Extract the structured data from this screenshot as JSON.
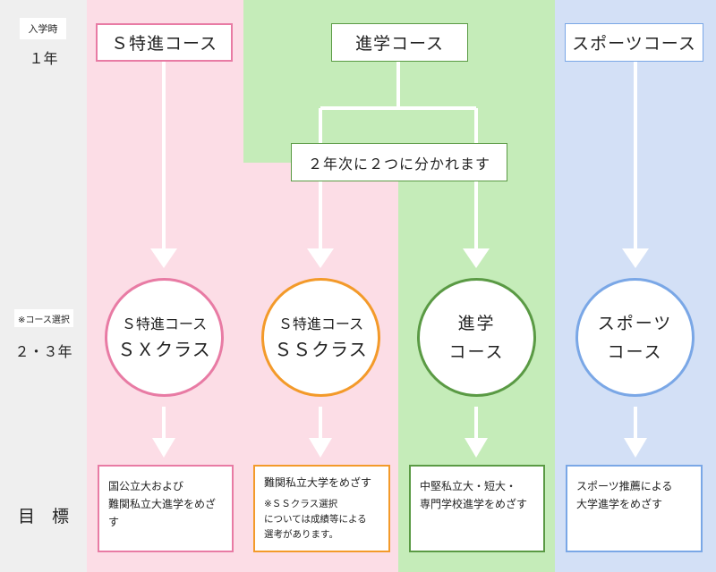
{
  "labels": {
    "nyugakuji": "入学時",
    "year1": "１年",
    "course_select": "※コース選択",
    "year23": "２・３年",
    "goal": "目　標"
  },
  "top_boxes": {
    "s_tokushin": "Ｓ特進コース",
    "shingaku": "進学コース",
    "sports": "スポーツコース"
  },
  "split_note": "２年次に２つに分かれます",
  "circles": {
    "sx_line1": "Ｓ特進コース",
    "sx_line2": "ＳＸクラス",
    "ss_line1": "Ｓ特進コース",
    "ss_line2": "ＳＳクラス",
    "shingaku_line1": "進学",
    "shingaku_line2": "コース",
    "sports_line1": "スポーツ",
    "sports_line2": "コース"
  },
  "goals": {
    "sx_line1": "国公立大および",
    "sx_line2": "難関私立大進学をめざす",
    "ss_line1": "難関私立大学をめざす",
    "ss_note1": "※ＳＳクラス選択",
    "ss_note2": "については成績等による",
    "ss_note3": "選考があります。",
    "shingaku_line1": "中堅私立大・短大・",
    "shingaku_line2": "専門学校進学をめざす",
    "sports_line1": "スポーツ推薦による",
    "sports_line2": "大学進学をめざす"
  },
  "colors": {
    "left_column": "#efefef",
    "pink_area": "#fcdde6",
    "green_area": "#c5ecb9",
    "blue_area": "#d3e0f6",
    "pink_border": "#e87ba4",
    "orange_border": "#f39a2a",
    "green_border": "#5a9a44",
    "blue_border": "#7aa7e6",
    "arrow": "#ffffff"
  }
}
